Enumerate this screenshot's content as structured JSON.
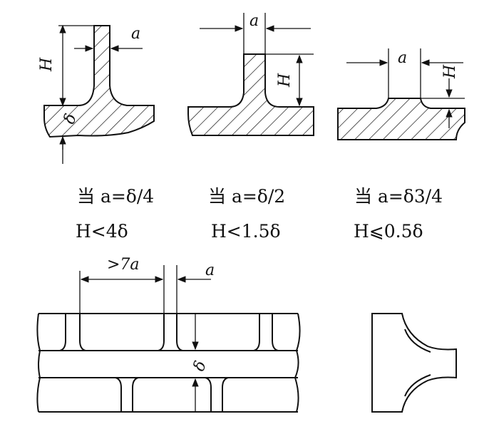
{
  "diagram": {
    "labels": {
      "a": "a",
      "H": "H",
      "delta": "δ",
      "gt7a": ">7a"
    },
    "conditions": [
      {
        "condition": "当 a=δ/4",
        "limit": "H<4δ"
      },
      {
        "condition": "当 a=δ/2",
        "limit": "H<1.5δ"
      },
      {
        "condition": "当 a=δ3/4",
        "limit": "H⩽0.5δ"
      }
    ]
  }
}
